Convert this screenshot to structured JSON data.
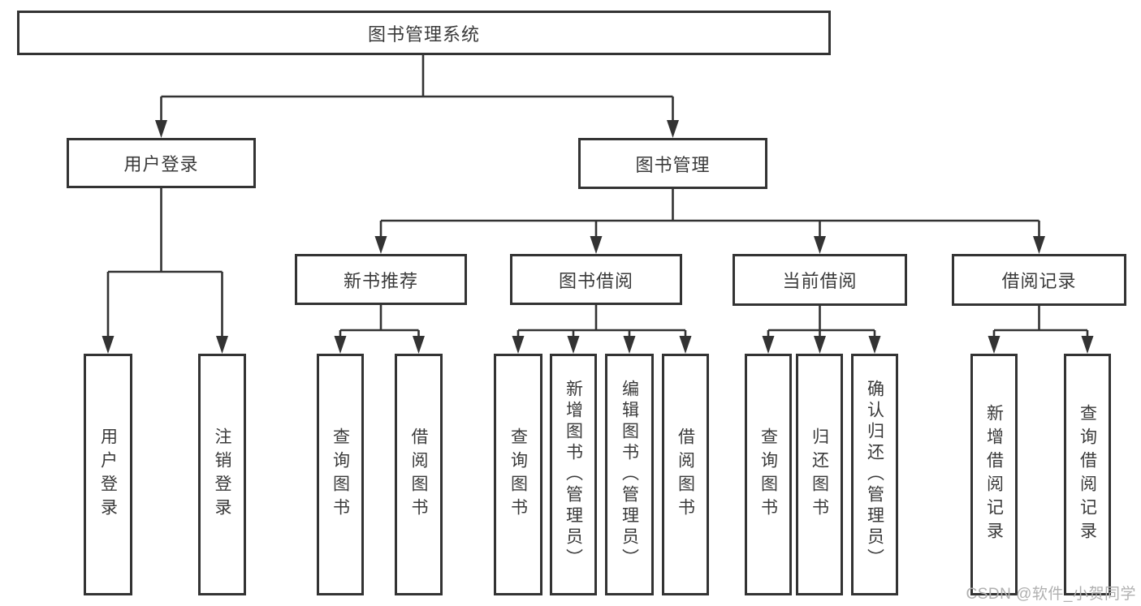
{
  "title": "图书管理系统",
  "watermark": "CSDN @软件_小贺同学",
  "colors": {
    "line": "#333333",
    "box_border": "#333333",
    "box_background": "#ffffff",
    "text": "#3a3a3a",
    "watermark": "#b0b0b0"
  },
  "tree": {
    "label": "图书管理系统",
    "children": [
      {
        "label": "用户登录",
        "children": [
          {
            "label": "用户登录"
          },
          {
            "label": "注销登录"
          }
        ]
      },
      {
        "label": "图书管理",
        "children": [
          {
            "label": "新书推荐",
            "children": [
              {
                "label": "查询图书"
              },
              {
                "label": "借阅图书"
              }
            ]
          },
          {
            "label": "图书借阅",
            "children": [
              {
                "label": "查询图书"
              },
              {
                "label": "新增图书（管理员）"
              },
              {
                "label": "编辑图书（管理员）"
              },
              {
                "label": "借阅图书"
              }
            ]
          },
          {
            "label": "当前借阅",
            "children": [
              {
                "label": "查询图书"
              },
              {
                "label": "归还图书"
              },
              {
                "label": "确认归还（管理员）"
              }
            ]
          },
          {
            "label": "借阅记录",
            "children": [
              {
                "label": "新增借阅记录"
              },
              {
                "label": "查询借阅记录"
              }
            ]
          }
        ]
      }
    ]
  }
}
